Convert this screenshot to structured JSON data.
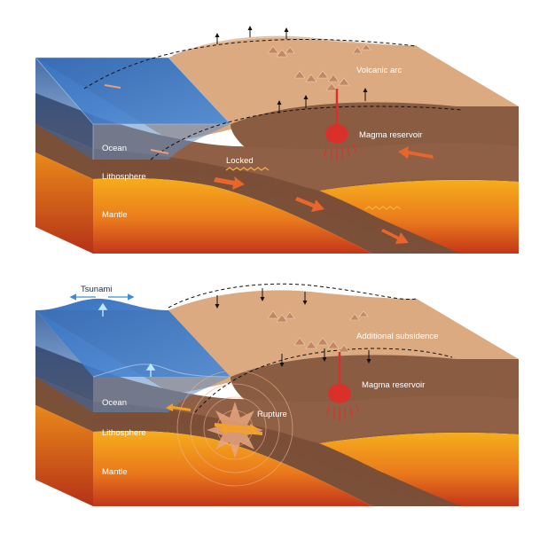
{
  "colors": {
    "ocean": "#2f74c4",
    "ocean_dark": "#1f4f95",
    "land": "#dca47a",
    "lithosphere": "#8b5e44",
    "mantle_top": "#f3a214",
    "mantle_bottom": "#c2371a",
    "arrow": "#e9662b",
    "magma": "#d9312a"
  },
  "top_panel": {
    "label_volcanic_arc": "Volcanic arc",
    "label_magma_reservoir": "Magma reservoir",
    "label_locked": "Locked",
    "label_ocean": "Ocean",
    "label_lithosphere": "Lithosphere",
    "label_mantle": "Mantle"
  },
  "bottom_panel": {
    "label_tsunami": "Tsunami",
    "label_additional_subsidence": "Additional subsidence",
    "label_magma_reservoir": "Magma reservoir",
    "label_rupture": "Rupture",
    "label_ocean": "Ocean",
    "label_lithosphere": "Lithosphere",
    "label_mantle": "Mantle"
  }
}
